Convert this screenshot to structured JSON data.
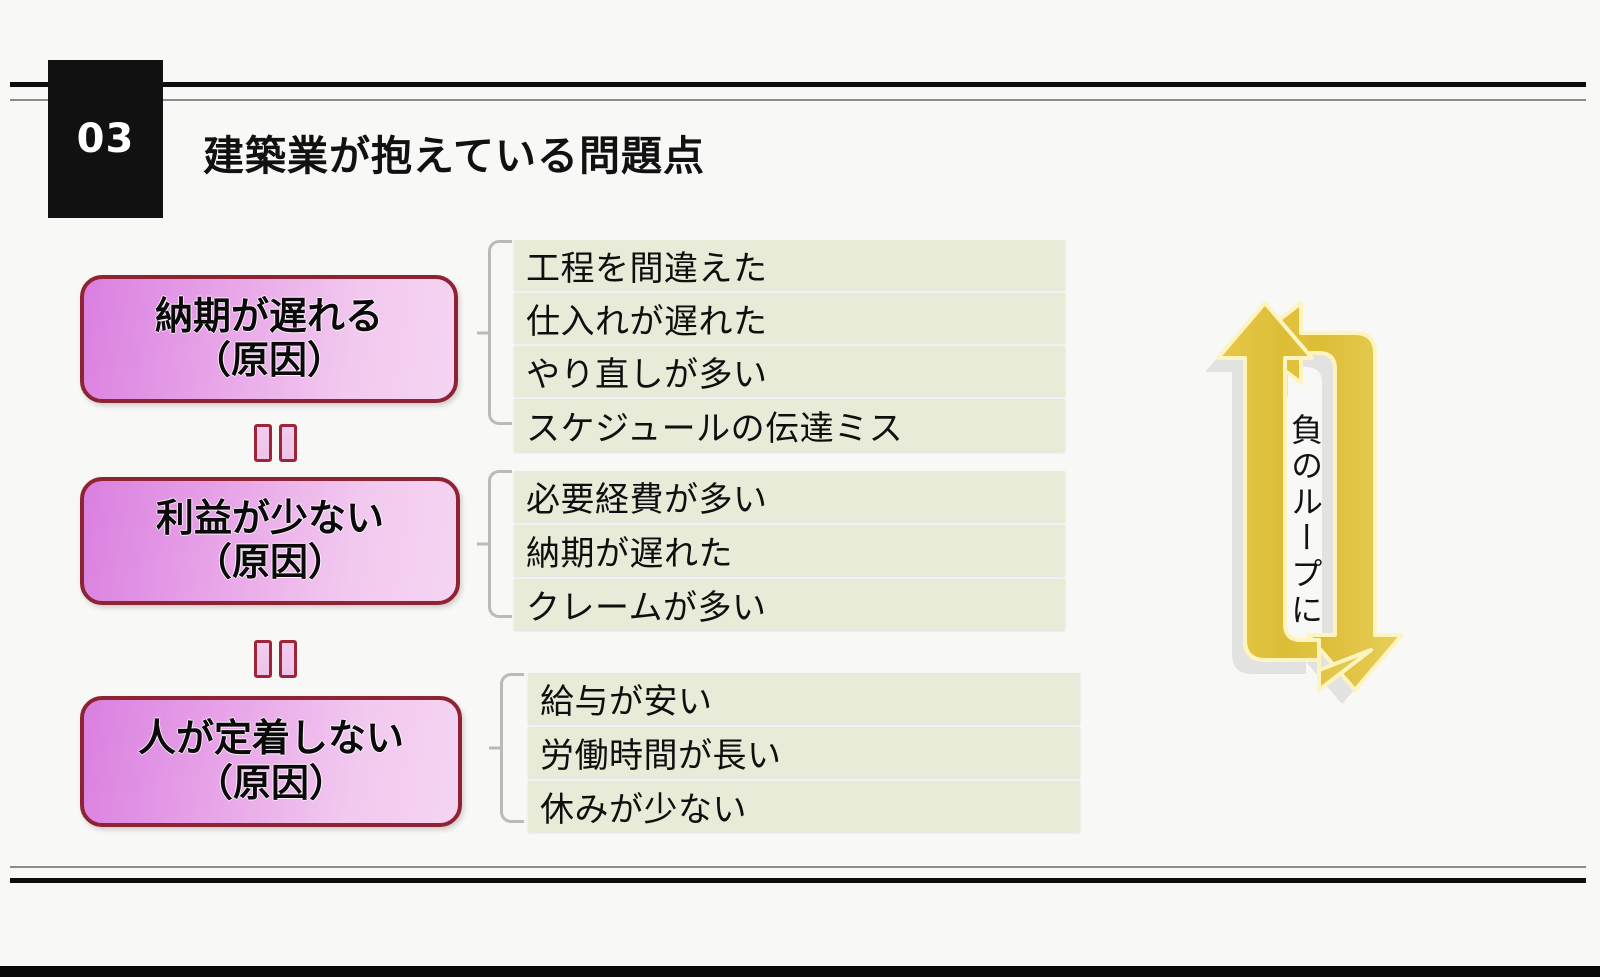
{
  "header": {
    "section_number": "03",
    "title": "建築業が抱えている問題点"
  },
  "groups": [
    {
      "cause_line1": "納期が遅れる",
      "cause_line2": "（原因）",
      "items": [
        "工程を間違えた",
        "仕入れが遅れた",
        "やり直しが多い",
        "スケジュールの伝達ミス"
      ]
    },
    {
      "cause_line1": "利益が少ない",
      "cause_line2": "（原因）",
      "items": [
        "必要経費が多い",
        "納期が遅れた",
        "クレームが多い"
      ]
    },
    {
      "cause_line1": "人が定着しない",
      "cause_line2": "（原因）",
      "items": [
        "給与が安い",
        "労働時間が長い",
        "休みが少ない"
      ]
    }
  ],
  "loop": {
    "label": "負のループに"
  },
  "colors": {
    "background": "#f8f8f6",
    "rule_dark": "#0d0d0d",
    "rule_light": "#8c8c8c",
    "section_box": "#111111",
    "cause_border": "#8e2334",
    "cause_fill_start": "#da7fe0",
    "cause_fill_end": "#f5d4f2",
    "item_fill": "#e8ebd7",
    "bracket": "#b9bcb6",
    "loop_gold": "#e0c03c",
    "loop_gold_light": "#f7e27e",
    "loop_shadow": "#cfcfcf"
  }
}
